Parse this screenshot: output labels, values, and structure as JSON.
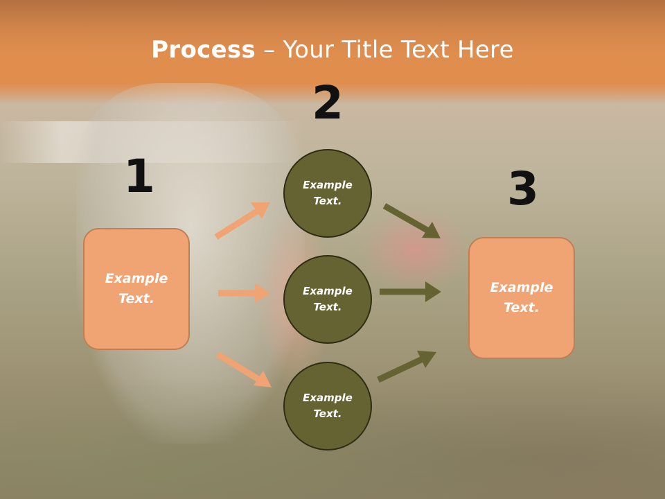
{
  "title": {
    "bold": "Process",
    "rest": " – Your Title Text Here"
  },
  "steps": {
    "one": "1",
    "two": "2",
    "three": "3"
  },
  "boxes": {
    "left": "Example Text.",
    "right": "Example Text."
  },
  "circles": [
    "Example Text.",
    "Example Text.",
    "Example Text."
  ],
  "colors": {
    "header": "#e08e4e",
    "box_fill": "#f0a373",
    "circle_fill": "#656331",
    "left_arrows": "#f0a373",
    "right_arrows": "#656331"
  }
}
